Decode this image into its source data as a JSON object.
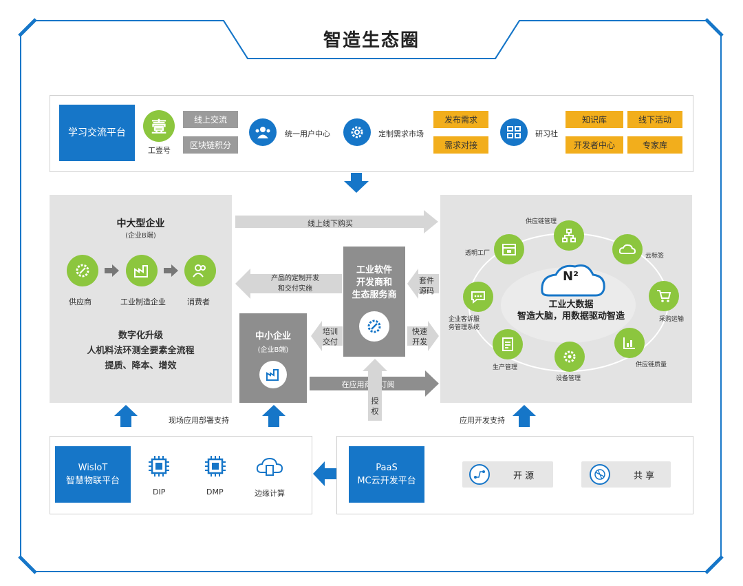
{
  "title": "智造生态圈",
  "top": {
    "platform": "学习交流平台",
    "gongyi_icon_text": "壹",
    "gongyi_label": "工壹号",
    "tags_gray": [
      "线上交流",
      "区块链积分"
    ],
    "user_center": "统一用户中心",
    "custom_market": "定制需求市场",
    "tags_orange_a": [
      "发布需求",
      "需求对接"
    ],
    "research": "研习社",
    "tags_orange_b": [
      "知识库",
      "线下活动",
      "开发者中心",
      "专家库"
    ]
  },
  "left": {
    "title": "中大型企业",
    "subtitle": "(企业B端)",
    "chain": [
      "供应商",
      "工业制造企业",
      "消费者"
    ],
    "upgrade": [
      "数字化升级",
      "人机料法环测全要素全流程",
      "提质、降本、增效"
    ]
  },
  "flows": {
    "online_offline": "线上线下购买",
    "custom_dev": "产品的定制开发\n和交付实施",
    "suite_source": "套件\n源码",
    "training": "培训\n交付",
    "fast_dev": "快速\n开发",
    "subscribe": "在应用商城订阅",
    "authorize": "授\n权",
    "field_support": "现场应用部署支持",
    "app_dev_support": "应用开发支持"
  },
  "center": {
    "software": "工业软件\n开发商和\n生态服务商",
    "sme_title": "中小企业",
    "sme_sub": "(企业B端)"
  },
  "right": {
    "logo": "N²",
    "bigdata": "工业大数据",
    "slogan": "智造大脑，用数据驱动智造",
    "nodes": [
      "供应链管理",
      "云标签",
      "采购运输",
      "供应链质量",
      "设备管理",
      "生产管理",
      "企业客诉服\n务管理系统",
      "透明工厂"
    ]
  },
  "bottom": {
    "wisiot": "WisIoT\n智慧物联平台",
    "items": [
      "DIP",
      "DMP",
      "边缘计算"
    ],
    "paas": "PaaS\nMC云开发平台",
    "open_source": "开  源",
    "share": "共  享"
  },
  "colors": {
    "blue": "#1676c8",
    "green": "#8cc63e",
    "orange": "#f2ae1c",
    "gray_panel": "#e3e3e3",
    "gray_tag": "#9b9b9b"
  }
}
